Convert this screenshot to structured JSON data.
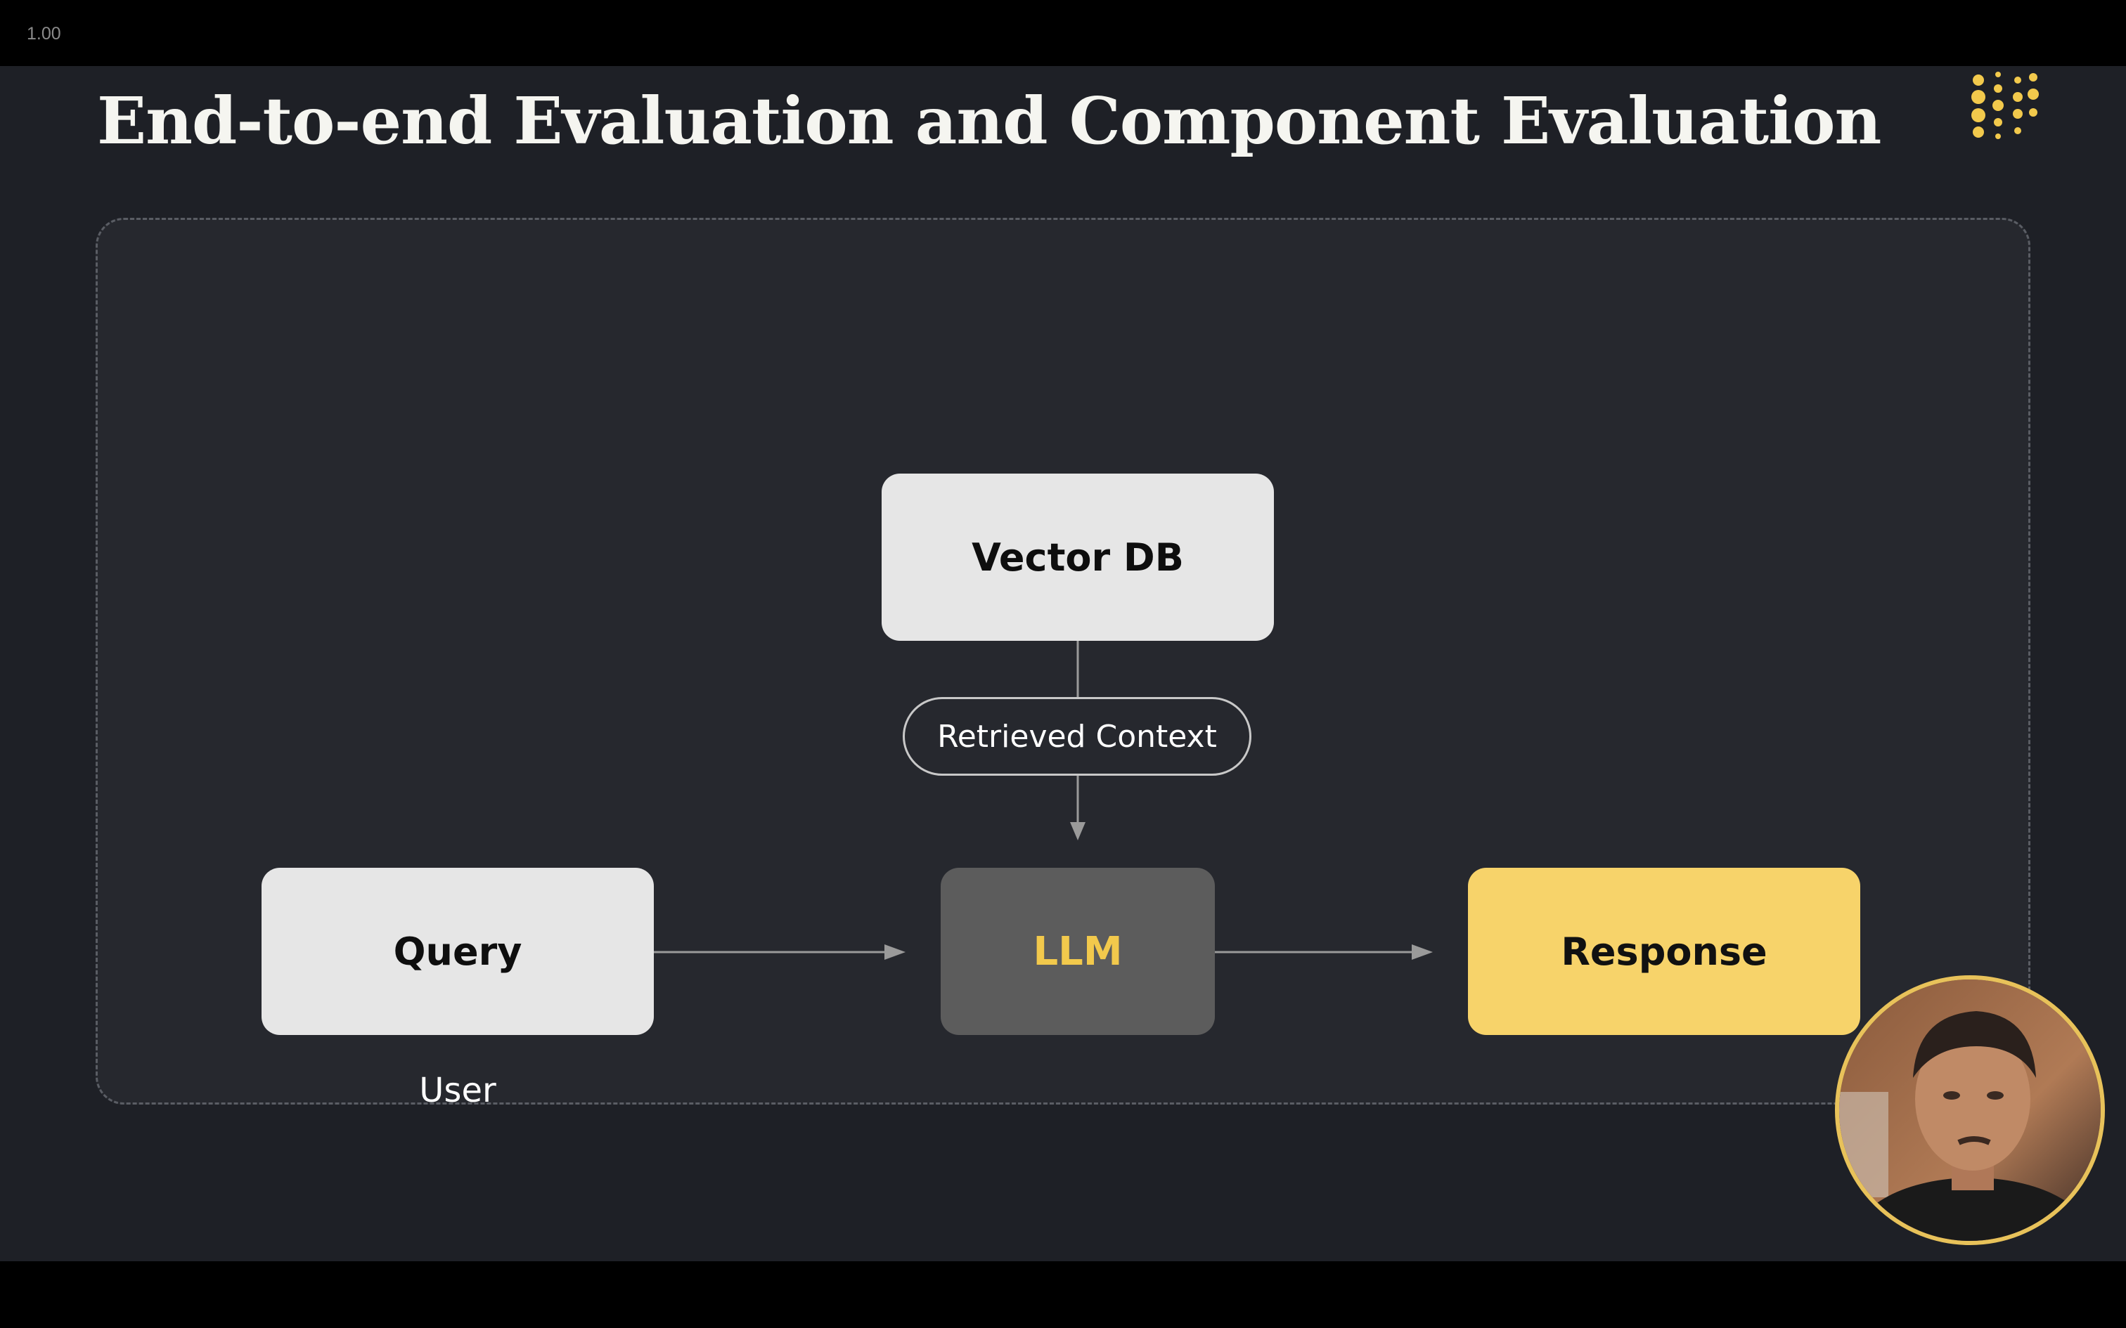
{
  "viewer": {
    "zoom_level": "1.00"
  },
  "slide": {
    "title": "End-to-end Evaluation and Component Evaluation",
    "diagram": {
      "nodes": {
        "vector_db": "Vector DB",
        "query": "Query",
        "llm": "LLM",
        "response": "Response"
      },
      "edge_label": "Retrieved Context",
      "user_caption": "User"
    }
  },
  "colors": {
    "background": "#1e2026",
    "accent": "#f2c94c",
    "response_fill": "#f7d36a",
    "llm_fill": "#5c5c5c",
    "light_node_fill": "#e6e6e6"
  },
  "icons": {
    "brand_logo": "dot-grid-logo",
    "presenter": "presenter-webcam"
  }
}
